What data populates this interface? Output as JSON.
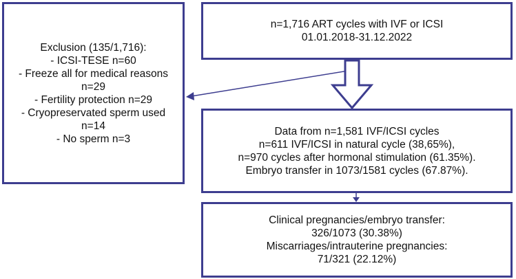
{
  "exclusion": {
    "lines": [
      "Exclusion (135/1,716):",
      "- ICSI-TESE n=60",
      "- Freeze all for medical reasons",
      "n=29",
      "- Fertility protection n=29",
      "- Cryopreservated sperm used",
      "n=14",
      "- No sperm n=3"
    ]
  },
  "cycles": {
    "lines": [
      "n=1,716 ART cycles with IVF or ICSI",
      "01.01.2018-31.12.2022"
    ]
  },
  "data_box": {
    "lines": [
      "Data from n=1,581 IVF/ICSI cycles",
      "n=611 IVF/ICSI in natural cycle (38,65%),",
      "n=970 cycles after hormonal stimulation (61.35%).",
      "Embryo transfer in 1073/1581 cycles (67.87%)."
    ]
  },
  "outcome": {
    "lines": [
      "Clinical pregnancies/embryo transfer:",
      "326/1073 (30.38%)",
      "Miscarriages/intrauterine pregnancies:",
      "71/321 (22.12%)"
    ]
  },
  "colors": {
    "border": "#3d3d8f",
    "text": "#111111"
  }
}
